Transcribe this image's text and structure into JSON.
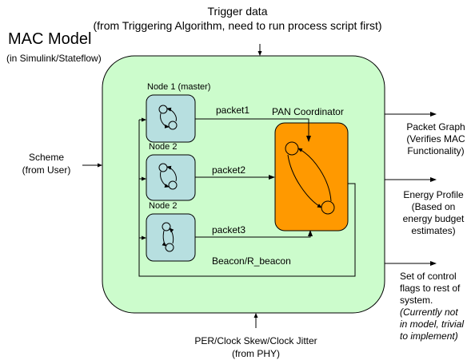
{
  "top_input": {
    "line1": "Trigger data",
    "line2": "(from Triggering Algorithm, need to run process script first)"
  },
  "title": {
    "main": "MAC Model",
    "sub": "(in Simulink/Stateflow)"
  },
  "nodes": [
    {
      "label": "Node 1 (master)",
      "packet": "packet1"
    },
    {
      "label": "Node 2",
      "packet": "packet2"
    },
    {
      "label": "Node 2",
      "packet": "packet3"
    }
  ],
  "coordinator": {
    "label": "PAN Coordinator"
  },
  "beacon_label": "Beacon/R_beacon",
  "left_input": {
    "line1": "Scheme",
    "line2": "(from User)"
  },
  "outputs": {
    "packet_graph": [
      "Packet Graph",
      "(Verifies MAC",
      "Functionality)"
    ],
    "energy_profile": [
      "Energy Profile",
      "(Based on",
      "energy budget",
      "estimates)"
    ],
    "control_flags": [
      "Set of control",
      "flags to rest of",
      "system."
    ],
    "control_flags_note": [
      "(Currently not",
      "in model, trivial",
      "to implement)"
    ]
  },
  "bottom_input": {
    "line1": "PER/Clock Skew/Clock Jitter",
    "line2": "(from PHY)"
  },
  "colors": {
    "model_fill": "#ccfccc",
    "node_fill": "#b7dfe0",
    "coordinator_fill": "#ff9900"
  }
}
